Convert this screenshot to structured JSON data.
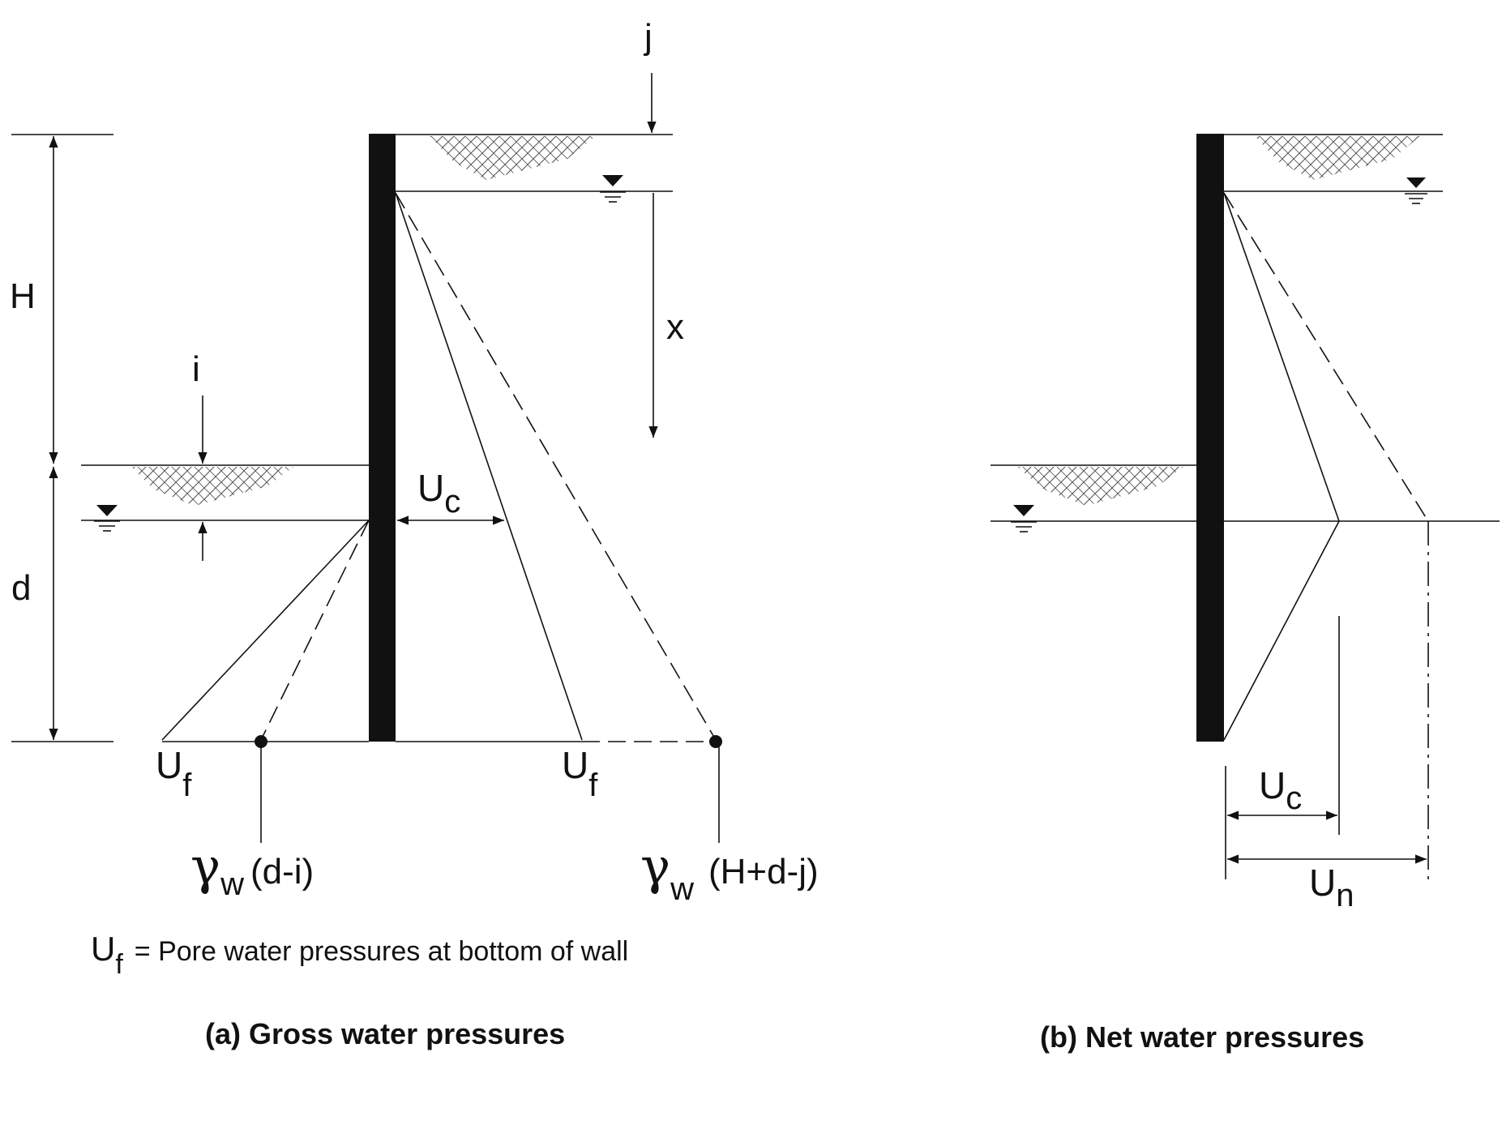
{
  "labels": {
    "j": "j",
    "H": "H",
    "x": "x",
    "i": "i",
    "d": "d",
    "U": "U",
    "sub_c": "c",
    "sub_f": "f",
    "sub_n": "n",
    "sub_w": "w",
    "gamma": "γ",
    "gamma_left_expr": "(d-i)",
    "gamma_right_expr": "(H+d-j)"
  },
  "note": {
    "text": "= Pore water pressures at bottom of wall"
  },
  "captions": {
    "a": "(a) Gross water pressures",
    "b": "(b)  Net water pressures"
  },
  "colors": {
    "ink": "#111111",
    "background": "#ffffff",
    "hatch": "#555555"
  }
}
